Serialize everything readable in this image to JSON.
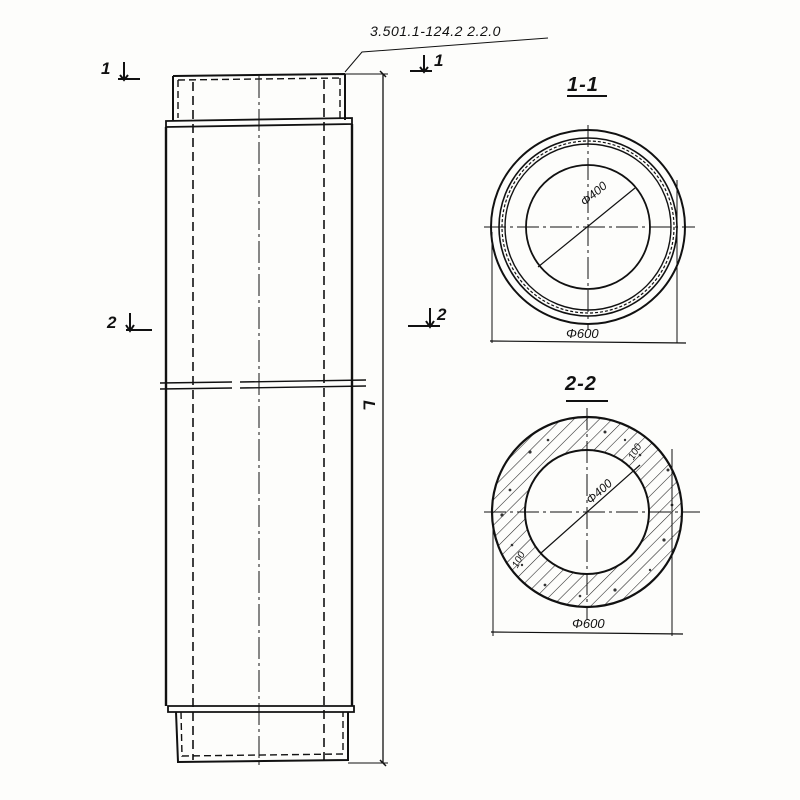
{
  "drawing": {
    "document_code": "3.501.1-124.2  2.2.0",
    "subject": "concrete pipe section with collar",
    "colors": {
      "line": "#111111",
      "paper": "#fdfdfb",
      "hatch": "#222222"
    }
  },
  "elevation": {
    "section_marks": [
      {
        "id": "1-left",
        "label": "1"
      },
      {
        "id": "1-right",
        "label": "1"
      },
      {
        "id": "2-left",
        "label": "2"
      },
      {
        "id": "2-right",
        "label": "2"
      }
    ],
    "length_dimension": "L"
  },
  "section_1_1": {
    "title": "1-1",
    "inner_diameter": "Φ400",
    "outer_diameter": "Φ600"
  },
  "section_2_2": {
    "title": "2-2",
    "inner_diameter": "Φ400",
    "outer_diameter": "Φ600",
    "wall_thickness_top": "100",
    "wall_thickness_bottom": "100"
  }
}
